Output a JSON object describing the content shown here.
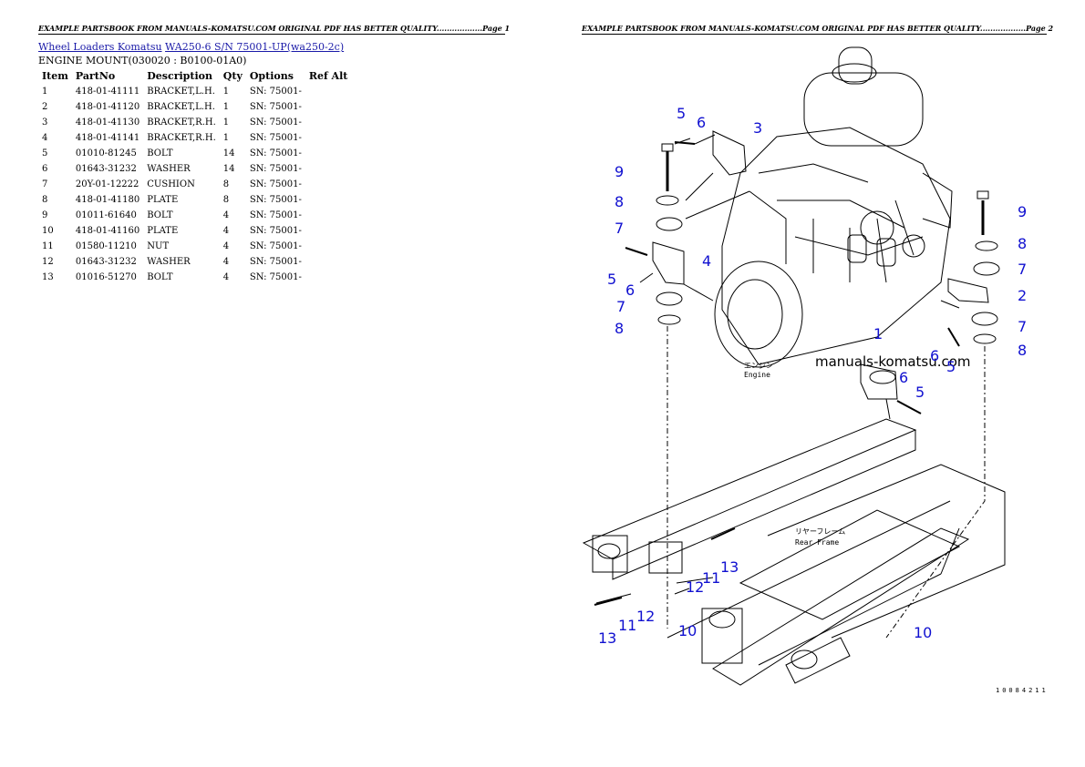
{
  "header": {
    "page1": "EXAMPLE PARTSBOOK FROM MANUALS-KOMATSU.COM ORIGINAL PDF HAS BETTER QUALITY..................Page 1",
    "page2": "EXAMPLE PARTSBOOK FROM MANUALS-KOMATSU.COM ORIGINAL PDF HAS BETTER QUALITY..................Page 2"
  },
  "breadcrumb": {
    "link1": "Wheel Loaders Komatsu",
    "link2": "WA250-6 S/N 75001-UP(wa250-2c)"
  },
  "subtitle": "ENGINE MOUNT(030020 : B0100-01A0)",
  "table": {
    "columns": [
      "Item",
      "PartNo",
      "Description",
      "Qty",
      "Options",
      "Ref Alt"
    ],
    "rows": [
      [
        "1",
        "418-01-41111",
        "BRACKET,L.H.",
        "1",
        "SN: 75001-",
        ""
      ],
      [
        "2",
        "418-01-41120",
        "BRACKET,L.H.",
        "1",
        "SN: 75001-",
        ""
      ],
      [
        "3",
        "418-01-41130",
        "BRACKET,R.H.",
        "1",
        "SN: 75001-",
        ""
      ],
      [
        "4",
        "418-01-41141",
        "BRACKET,R.H.",
        "1",
        "SN: 75001-",
        ""
      ],
      [
        "5",
        "01010-81245",
        "BOLT",
        "14",
        "SN: 75001-",
        ""
      ],
      [
        "6",
        "01643-31232",
        "WASHER",
        "14",
        "SN: 75001-",
        ""
      ],
      [
        "7",
        "20Y-01-12222",
        "CUSHION",
        "8",
        "SN: 75001-",
        ""
      ],
      [
        "8",
        "418-01-41180",
        "PLATE",
        "8",
        "SN: 75001-",
        ""
      ],
      [
        "9",
        "01011-61640",
        "BOLT",
        "4",
        "SN: 75001-",
        ""
      ],
      [
        "10",
        "418-01-41160",
        "PLATE",
        "4",
        "SN: 75001-",
        ""
      ],
      [
        "11",
        "01580-11210",
        "NUT",
        "4",
        "SN: 75001-",
        ""
      ],
      [
        "12",
        "01643-31232",
        "WASHER",
        "4",
        "SN: 75001-",
        ""
      ],
      [
        "13",
        "01016-51270",
        "BOLT",
        "4",
        "SN: 75001-",
        ""
      ]
    ]
  },
  "diagram": {
    "watermark": "manuals-komatsu.com",
    "engine_jp": "エンジン",
    "engine_en": "Engine",
    "frame_jp": "リヤーフレーム",
    "frame_en": "Rear Frame",
    "code": "10084211",
    "callout_color": "#1010d0",
    "callouts": [
      "5",
      "6",
      "3",
      "9",
      "8",
      "7",
      "5",
      "4",
      "6",
      "7",
      "8",
      "9",
      "8",
      "7",
      "2",
      "1",
      "6",
      "5",
      "7",
      "8",
      "6",
      "5",
      "11",
      "12",
      "13",
      "12",
      "11",
      "13",
      "10",
      "10"
    ]
  }
}
